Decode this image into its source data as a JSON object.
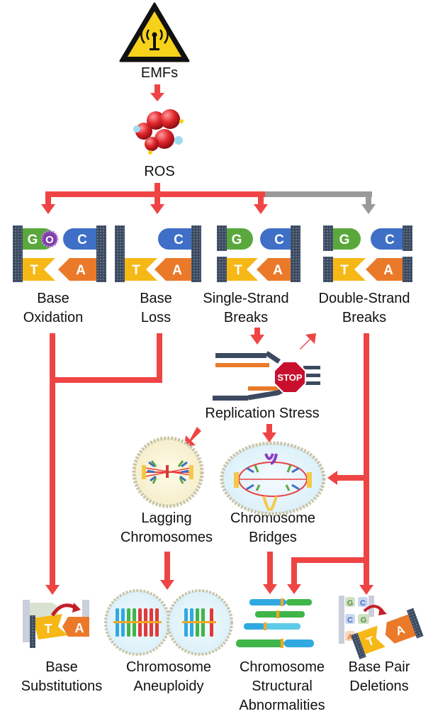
{
  "colors": {
    "arrow_red": "#ef4444",
    "arrow_gray": "#9a9a9a",
    "base_G": "#5aa83c",
    "base_C": "#3f6fc6",
    "base_T": "#f6b816",
    "base_A": "#ea7a2a",
    "backbone": "#3c4a60",
    "warning_yellow": "#f7d21a",
    "stop_red": "#c8102e"
  },
  "nodes": {
    "emfs": "EMFs",
    "ros": "ROS",
    "base_oxidation": [
      "Base",
      "Oxidation"
    ],
    "base_loss": [
      "Base",
      "Loss"
    ],
    "single_strand": [
      "Single-Strand",
      "Breaks"
    ],
    "double_strand": [
      "Double-Strand",
      "Breaks"
    ],
    "replication_stress": "Replication Stress",
    "lagging": [
      "Lagging",
      "Chromosomes"
    ],
    "bridges": [
      "Chromosome",
      "Bridges"
    ],
    "base_substitutions": [
      "Base",
      "Substitutions"
    ],
    "aneuploidy": [
      "Chromosome",
      "Aneuploidy"
    ],
    "structural": [
      "Chromosome",
      "Structural",
      "Abnormalities"
    ],
    "deletions": [
      "Base Pair",
      "Deletions"
    ]
  },
  "glyphs": {
    "G": "G",
    "C": "C",
    "T": "T",
    "A": "A",
    "O": "O",
    "stop": "STOP"
  },
  "icons": {
    "emf": "radiation-warning-icon",
    "ros": "molecule-icon",
    "stop": "stop-sign-icon"
  }
}
